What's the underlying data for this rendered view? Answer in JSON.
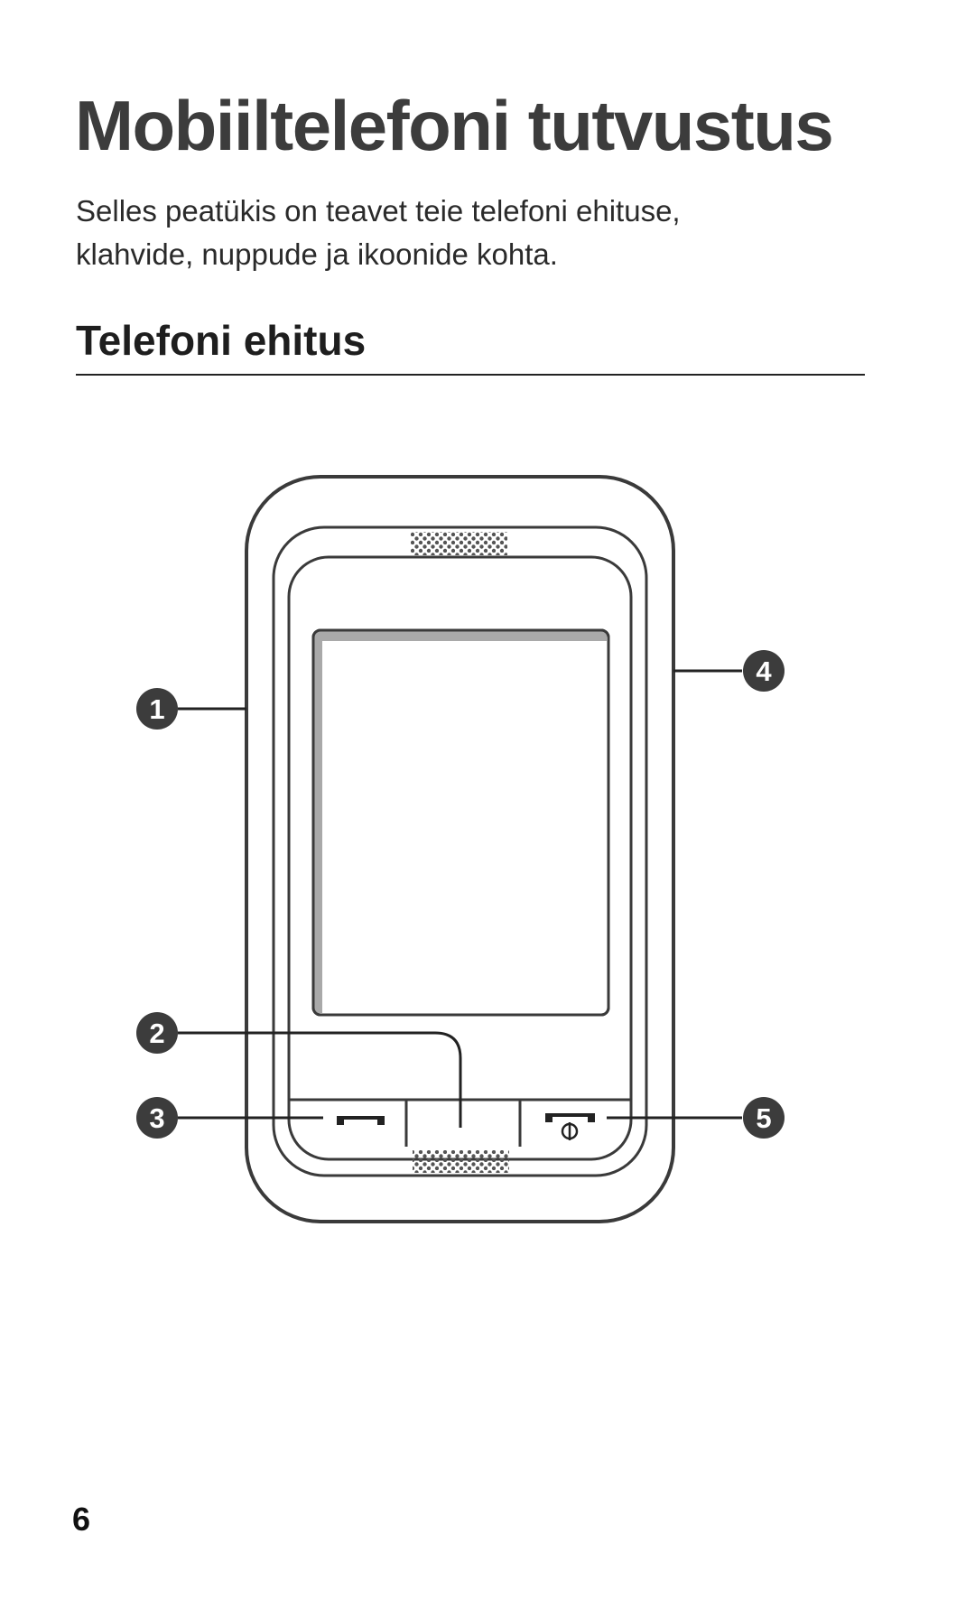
{
  "page": {
    "title": "Mobiiltelefoni tutvustus",
    "intro_lines": [
      "Selles peatükis on teavet teie telefoni ehituse,",
      "klahvide, nuppude ja ikoonide kohta."
    ],
    "section_title": "Telefoni ehitus",
    "page_number": "6"
  },
  "diagram": {
    "callouts": [
      "1",
      "2",
      "3",
      "4",
      "5"
    ],
    "icons": {
      "call_key": "phone-handset-icon",
      "end_key": "end-call-power-icon"
    }
  },
  "colors": {
    "title": "#3c3c3c",
    "outline": "#3a3a3a",
    "callout_fill": "#3c3c3c",
    "screen_shade": "#a9a9a9"
  }
}
